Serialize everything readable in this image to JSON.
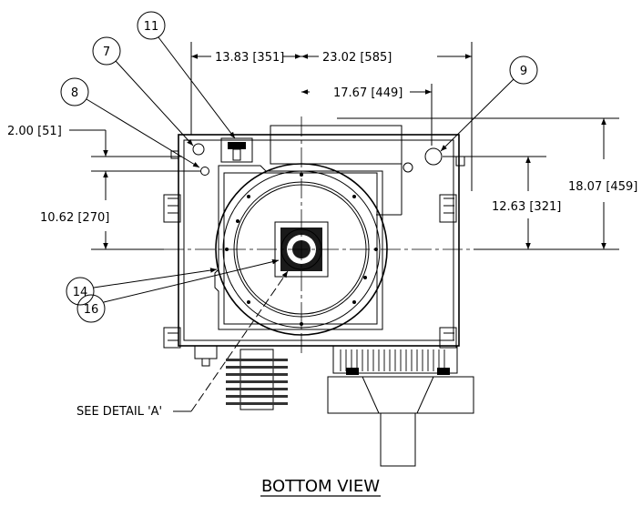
{
  "view_title": "BOTTOM VIEW",
  "dimensions": {
    "d_13_83": "13.83 [351]",
    "d_23_02": "23.02 [585]",
    "d_17_67": "17.67 [449]",
    "d_2_00": "2.00 [51]",
    "d_10_62": "10.62 [270]",
    "d_12_63": "12.63 [321]",
    "d_18_07": "18.07 [459]"
  },
  "balloons": {
    "b7": "7",
    "b8": "8",
    "b9": "9",
    "b11": "11",
    "b14": "14",
    "b16": "16"
  },
  "note_detail": "SEE DETAIL 'A'"
}
